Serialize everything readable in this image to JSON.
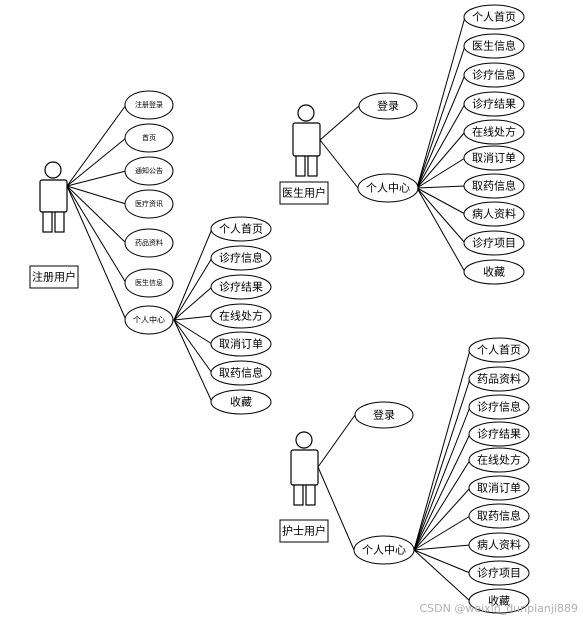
{
  "registered_user": {
    "label": "注册用户",
    "use_cases": [
      "注册登录",
      "首页",
      "通知公告",
      "医疗资讯",
      "药品资料",
      "医生信息",
      "个人中心"
    ],
    "personal_center_items": [
      "个人首页",
      "诊疗信息",
      "诊疗结果",
      "在线处方",
      "取消订单",
      "取药信息",
      "收藏"
    ]
  },
  "doctor_user": {
    "label": "医生用户",
    "use_cases": [
      "登录",
      "个人中心"
    ],
    "personal_center_items": [
      "个人首页",
      "医生信息",
      "诊疗信息",
      "诊疗结果",
      "在线处方",
      "取消订单",
      "取药信息",
      "病人资料",
      "诊疗项目",
      "收藏"
    ]
  },
  "nurse_user": {
    "label": "护士用户",
    "use_cases": [
      "登录",
      "个人中心"
    ],
    "personal_center_items": [
      "个人首页",
      "药品资料",
      "诊疗信息",
      "诊疗结果",
      "在线处方",
      "取消订单",
      "取药信息",
      "病人资料",
      "诊疗项目",
      "收藏"
    ]
  },
  "watermark": "CSDN @weixin_dunpianji889"
}
